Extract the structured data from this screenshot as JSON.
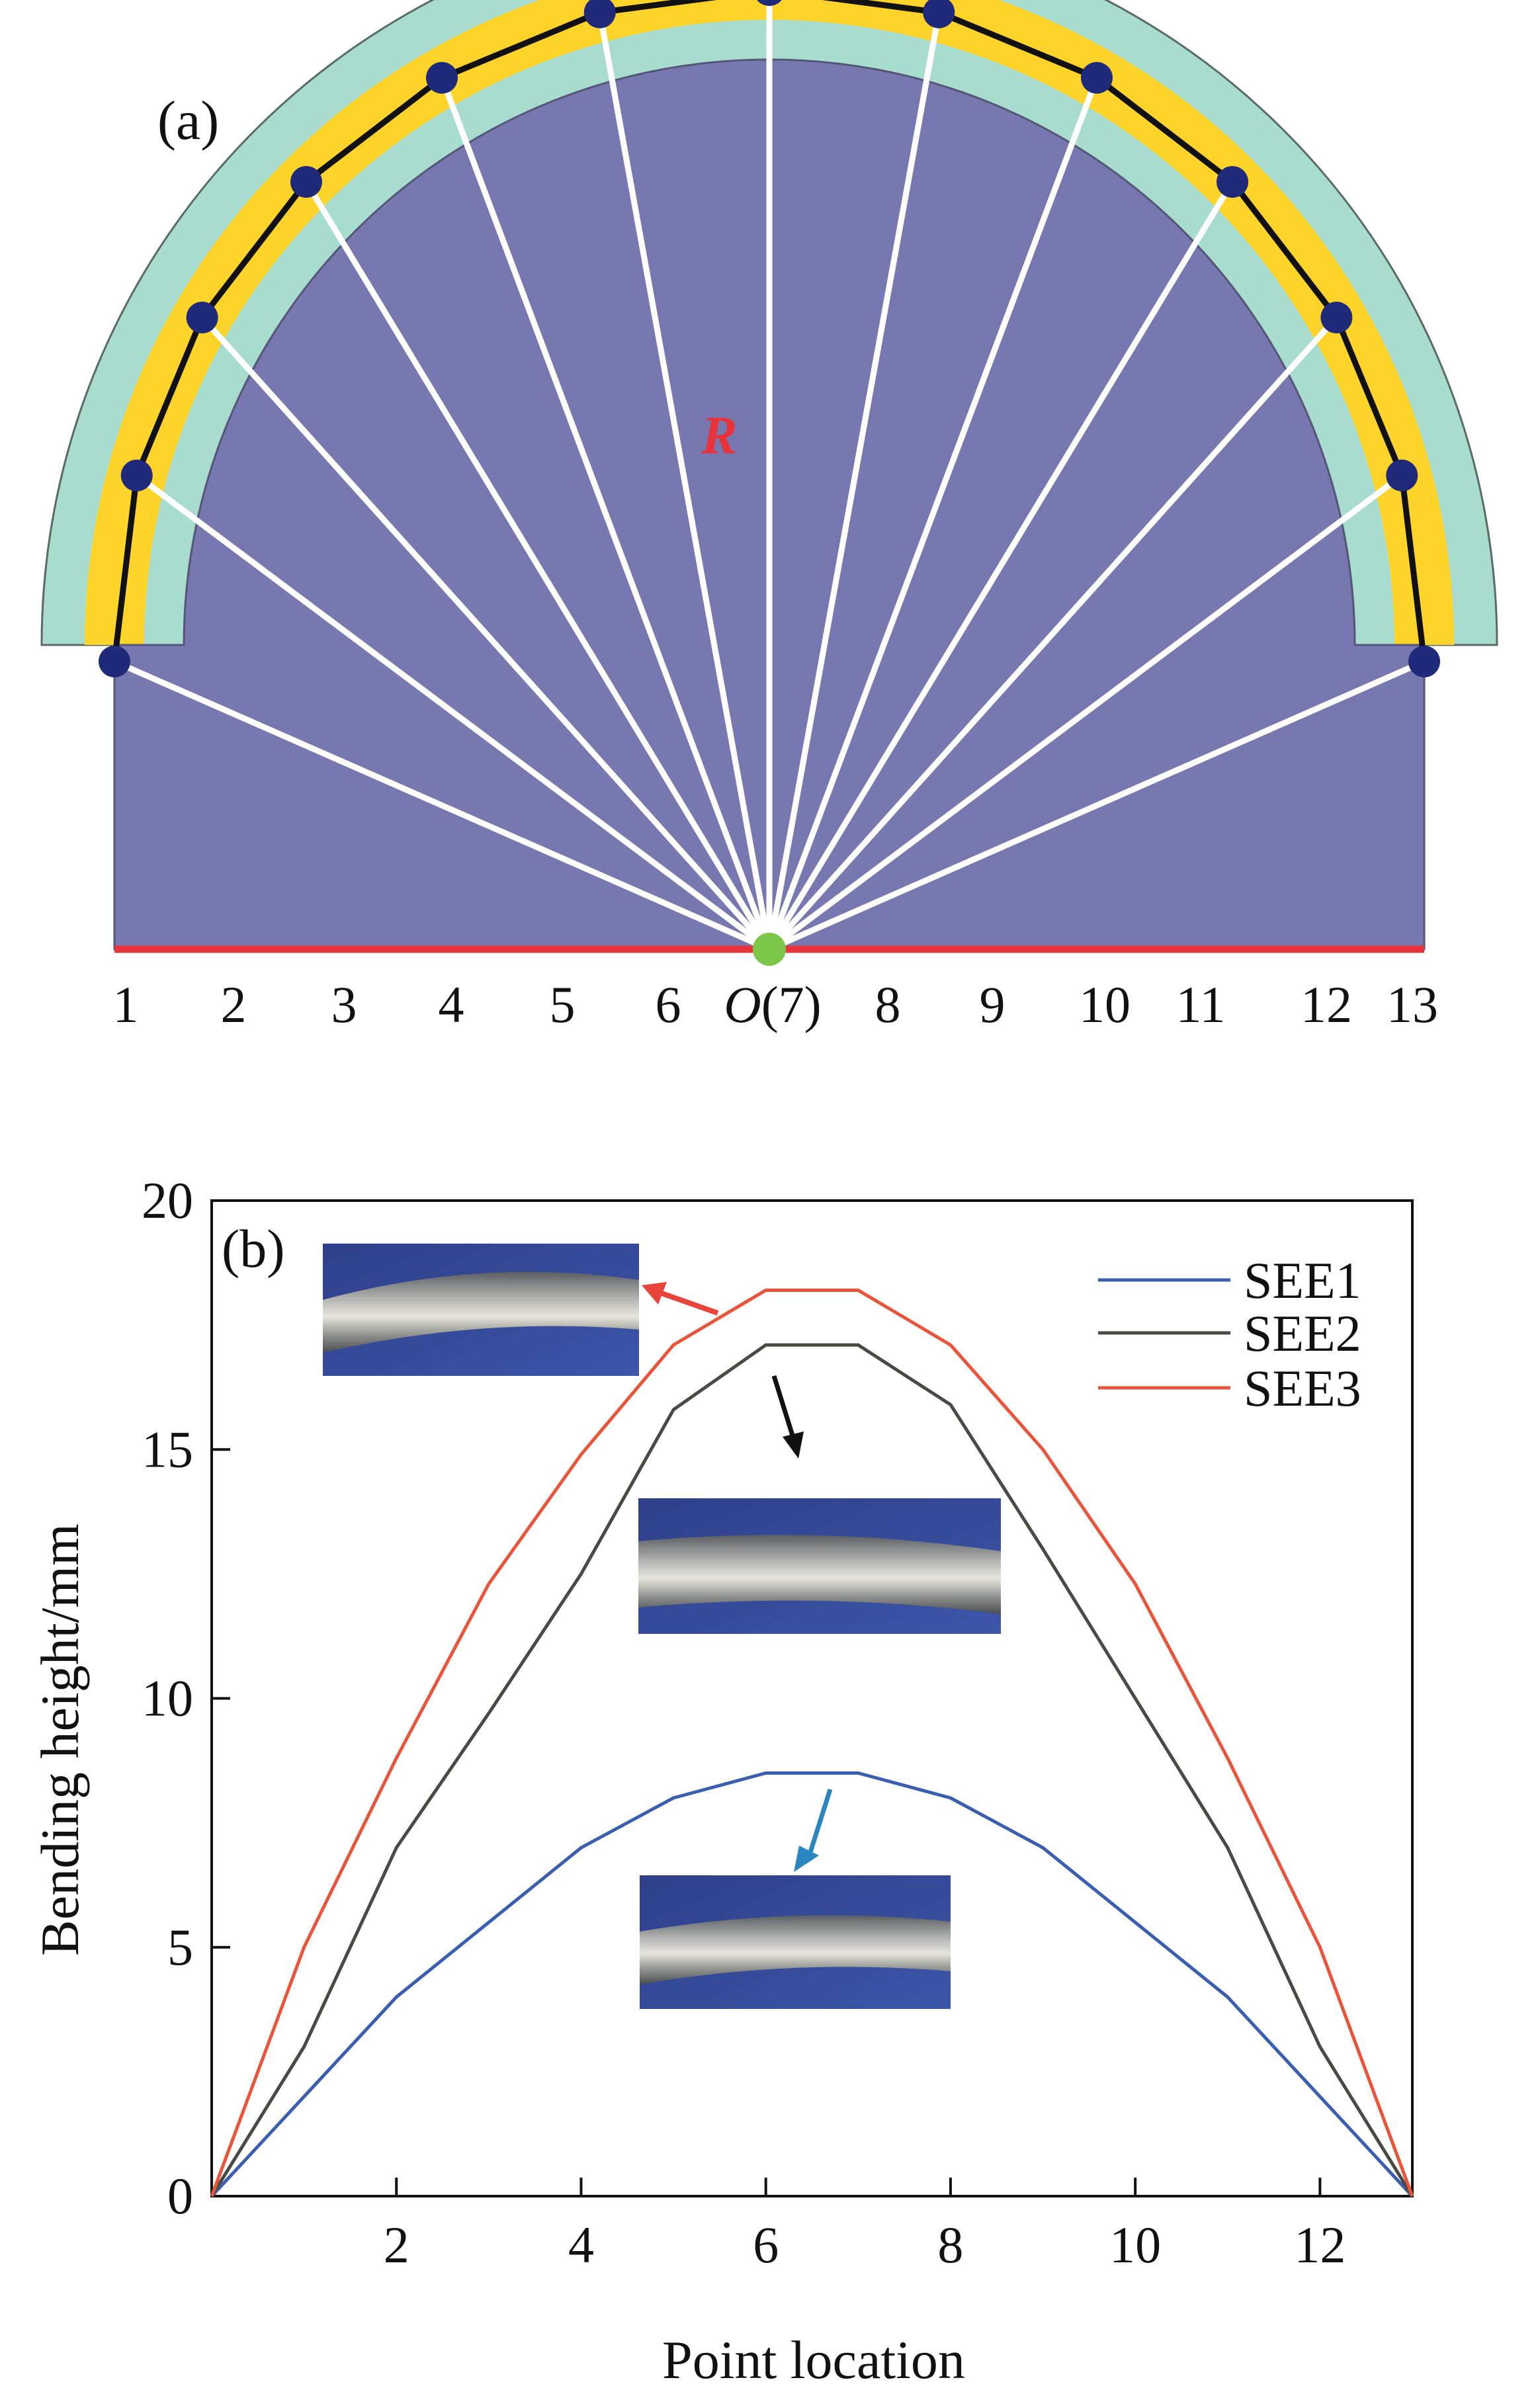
{
  "panel_a": {
    "label": "(a)",
    "radius_label": "R",
    "center_label_italic": "O",
    "center_label_rest": "(7)",
    "point_labels": [
      "1",
      "2",
      "3",
      "4",
      "5",
      "6",
      "8",
      "9",
      "10",
      "11",
      "12",
      "13"
    ],
    "colors": {
      "body": "#7878b0",
      "outer_layer": "#a8dccf",
      "core_layer": "#ffd42a",
      "point": "#1f2a7a",
      "center_point": "#7cc64a",
      "base_line": "#e8333a",
      "spokes": "#ffffff",
      "radius_label": "#e8333a"
    }
  },
  "chart_data": {
    "type": "line",
    "panel_label": "(b)",
    "xlabel": "Point location",
    "ylabel": "Bending height/mm",
    "xlim": [
      0,
      13
    ],
    "ylim": [
      0,
      20
    ],
    "x_ticks": [
      2,
      4,
      6,
      8,
      10,
      12
    ],
    "y_ticks": [
      0,
      5,
      10,
      15,
      20
    ],
    "legend_position": "top-right",
    "x": [
      0,
      1,
      2,
      3,
      4,
      5,
      6,
      7,
      8,
      9,
      10,
      11,
      12,
      13
    ],
    "series": [
      {
        "name": "SEE1",
        "color": "#3b5fb0",
        "values": [
          0,
          2.0,
          4.0,
          5.5,
          7.0,
          8.0,
          8.5,
          8.5,
          8.0,
          7.0,
          5.5,
          4.0,
          2.0,
          0
        ]
      },
      {
        "name": "SEE2",
        "color": "#4a4a44",
        "values": [
          0,
          3.0,
          7.0,
          9.7,
          12.5,
          15.8,
          17.1,
          17.1,
          15.9,
          13.0,
          10.0,
          7.0,
          3.0,
          0
        ]
      },
      {
        "name": "SEE3",
        "color": "#e8553a",
        "values": [
          0,
          5.0,
          8.8,
          12.3,
          14.9,
          17.1,
          18.2,
          18.2,
          17.1,
          15.0,
          12.3,
          8.8,
          5.0,
          0
        ]
      }
    ],
    "arrow_colors": {
      "SEE1": "#2a86c0",
      "SEE2": "#111111",
      "SEE3": "#e8443a"
    }
  }
}
